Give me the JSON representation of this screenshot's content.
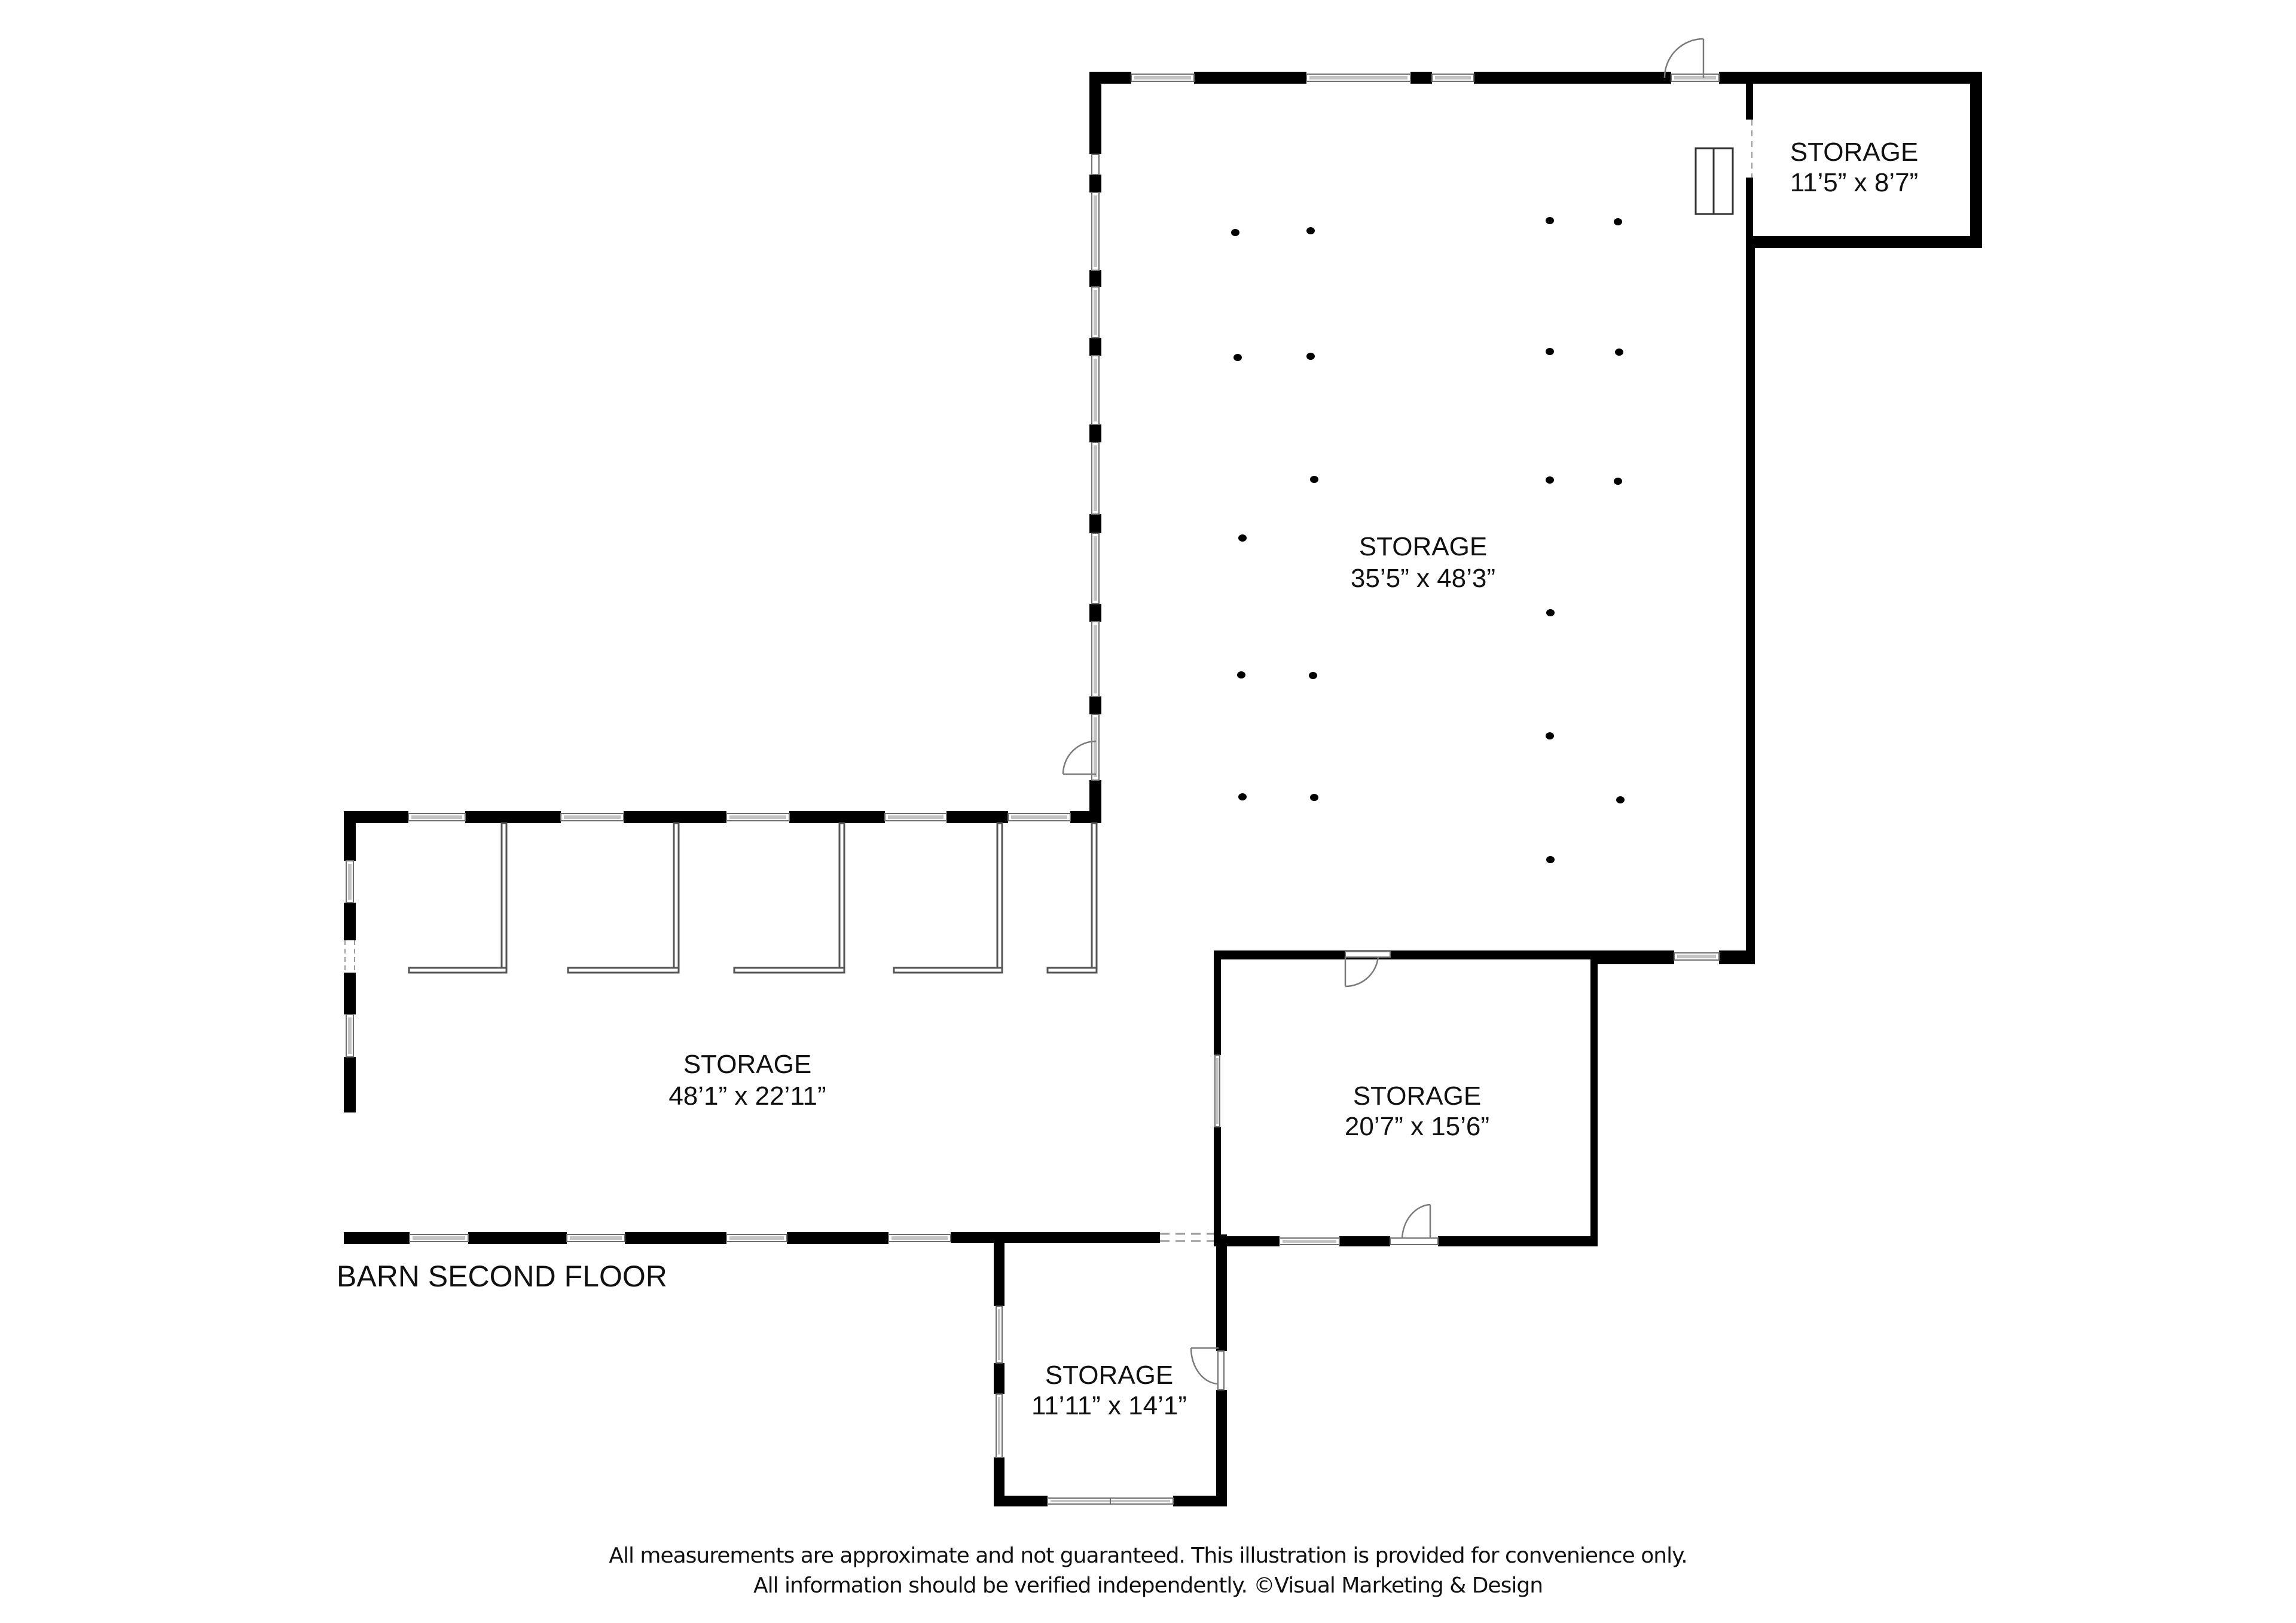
{
  "plan": {
    "floor_label": "BARN SECOND FLOOR",
    "rooms": [
      {
        "id": "storage-main",
        "name": "STORAGE",
        "dimensions": "35’5” x 48’3”"
      },
      {
        "id": "storage-northeast",
        "name": "STORAGE",
        "dimensions": "11’5” x 8’7”"
      },
      {
        "id": "storage-west",
        "name": "STORAGE",
        "dimensions": "48’1” x 22’11”"
      },
      {
        "id": "storage-southeast",
        "name": "STORAGE",
        "dimensions": "20’7” x 15’6”"
      },
      {
        "id": "storage-south",
        "name": "STORAGE",
        "dimensions": "11’11” x 14’1”"
      }
    ],
    "colors": {
      "wall": "#000000",
      "window_glass": "#c4c4c4",
      "door_swing": "#7a7a7a",
      "background": "#ffffff"
    }
  },
  "footer": {
    "line1": "All measurements are approximate and not guaranteed. This illustration is provided for convenience only.",
    "line2": "All information should be verified independently. ©Visual Marketing & Design"
  }
}
